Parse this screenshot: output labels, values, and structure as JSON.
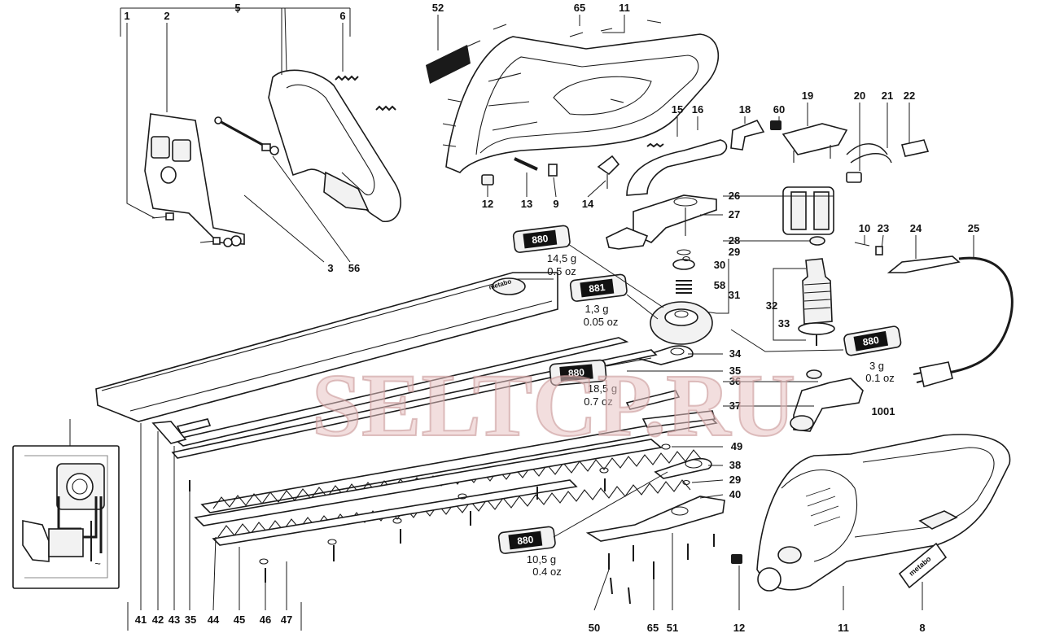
{
  "watermark": "SELTCP.RU",
  "brand_labels": {
    "rail_logo": "metabo",
    "sticker": "metabo"
  },
  "callouts": {
    "c1": "1",
    "c2": "2",
    "c5": "5",
    "c6": "6",
    "c3": "3",
    "c56": "56",
    "c52": "52",
    "c65top": "65",
    "c11top": "11",
    "c15": "15",
    "c16": "16",
    "c18": "18",
    "c60": "60",
    "c19": "19",
    "c20": "20",
    "c21": "21",
    "c22": "22",
    "c12top": "12",
    "c13": "13",
    "c9": "9",
    "c14": "14",
    "c26": "26",
    "c27": "27",
    "c28": "28",
    "c29a": "29",
    "c30": "30",
    "c58": "58",
    "c31": "31",
    "c32": "32",
    "c33": "33",
    "c10": "10",
    "c23": "23",
    "c24": "24",
    "c25": "25",
    "c34": "34",
    "c35a": "35",
    "c36": "36",
    "c37": "37",
    "c1001": "1001",
    "c49": "49",
    "c38": "38",
    "c29b": "29",
    "c40": "40",
    "b41": "41",
    "b42": "42",
    "b43": "43",
    "b35": "35",
    "b44": "44",
    "b45": "45",
    "b46": "46",
    "b47": "47",
    "b50": "50",
    "b65": "65",
    "b51": "51",
    "b12": "12",
    "b11": "11",
    "b8": "8"
  },
  "grease_tubes": [
    {
      "code": "880",
      "mass_g": "14,5 g",
      "mass_oz": "0.5 oz"
    },
    {
      "code": "881",
      "mass_g": "1,3 g",
      "mass_oz": "0.05 oz"
    },
    {
      "code": "880",
      "mass_g": "18,5 g",
      "mass_oz": "0.7 oz"
    },
    {
      "code": "880",
      "mass_g": "3 g",
      "mass_oz": "0.1 oz"
    },
    {
      "code": "880",
      "mass_g": "10,5 g",
      "mass_oz": "0.4 oz"
    }
  ],
  "wiring_inset": {
    "symbol": "~"
  }
}
